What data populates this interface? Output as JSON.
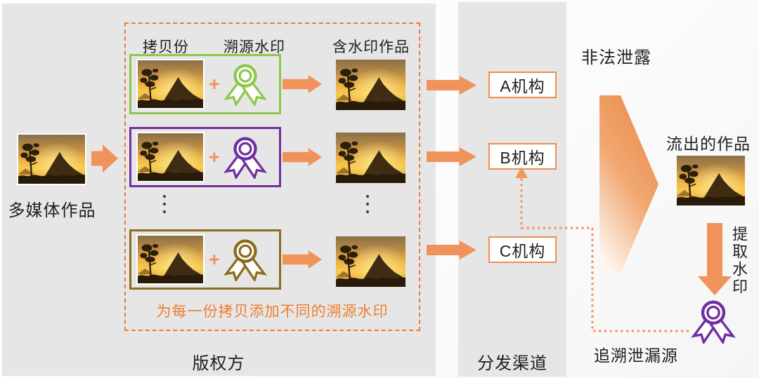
{
  "diagram": {
    "copyright_panel": {
      "source_work_label": "多媒体作品",
      "panel_label": "版权方",
      "watermark_box": {
        "col_copy": "拷贝份",
        "col_watermark": "溯源水印",
        "col_output": "含水印作品",
        "plus": "+",
        "caption": "为每一份拷贝添加不同的溯源水印",
        "rows": [
          {
            "name": "green-watermark-copy",
            "color": "#8FC74D"
          },
          {
            "name": "purple-watermark-copy",
            "color": "#7030A0"
          },
          {
            "name": "gold-watermark-copy",
            "color": "#8A6D1E"
          }
        ]
      }
    },
    "distribution_panel": {
      "panel_label": "分发渠道",
      "orgs": [
        {
          "label": "A机构"
        },
        {
          "label": "B机构"
        },
        {
          "label": "C机构"
        }
      ]
    },
    "leak_section": {
      "illegal_leak_label": "非法泄露",
      "leaked_work_label": "流出的作品",
      "extract_watermark_label": "提取水印",
      "trace_source_label": "追溯泄漏源"
    },
    "colors": {
      "accent_orange": "#ED7D31",
      "arrow_orange": "#F0935A",
      "panel_gray": "#E7E6E6",
      "green": "#8FC74D",
      "purple": "#7030A0",
      "gold": "#8A6D1E"
    }
  }
}
